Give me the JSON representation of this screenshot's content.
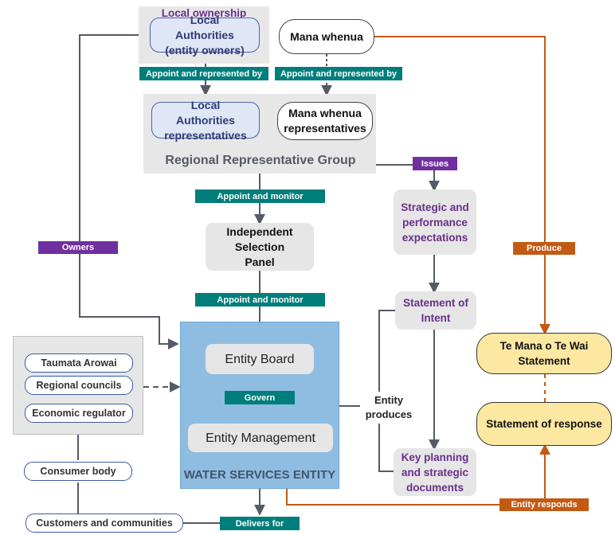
{
  "boxes": {
    "local_ownership": "Local ownership",
    "local_authorities_owners": "Local Authorities (entity owners)",
    "mana_whenua": "Mana whenua",
    "local_authorities_reps": "Local Authorities representatives",
    "mana_whenua_reps": "Mana whenua representatives",
    "regional_group": "Regional Representative Group",
    "independent_panel": "Independent Selection Panel",
    "strategic_expectations": "Strategic and performance expectations",
    "statement_of_intent": "Statement of Intent",
    "entity_board": "Entity Board",
    "entity_management": "Entity Management",
    "water_services_entity": "WATER SERVICES ENTITY",
    "key_planning": "Key planning and strategic documents",
    "te_mana": "Te Mana o Te Wai Statement",
    "statement_response": "Statement of response",
    "entity_produces": "Entity produces"
  },
  "regulators": [
    "Taumata Arowai",
    "Regional councils",
    "Economic regulator"
  ],
  "consumer_body": "Consumer body",
  "customers": "Customers and communities",
  "labels": {
    "appoint_represented_1": "Appoint and represented by",
    "appoint_represented_2": "Appoint and represented by",
    "issues": "Issues",
    "appoint_monitor_1": "Appoint and monitor",
    "appoint_monitor_2": "Appoint and monitor",
    "owners": "Owners",
    "produce": "Produce",
    "govern": "Govern",
    "delivers_for": "Delivers for",
    "entity_responds": "Entity responds"
  },
  "colors": {
    "teal": "#007e7b",
    "purple": "#70309f",
    "orange": "#c35a13",
    "entity_blue": "#8fbde2",
    "yellow": "#fde8a2"
  }
}
